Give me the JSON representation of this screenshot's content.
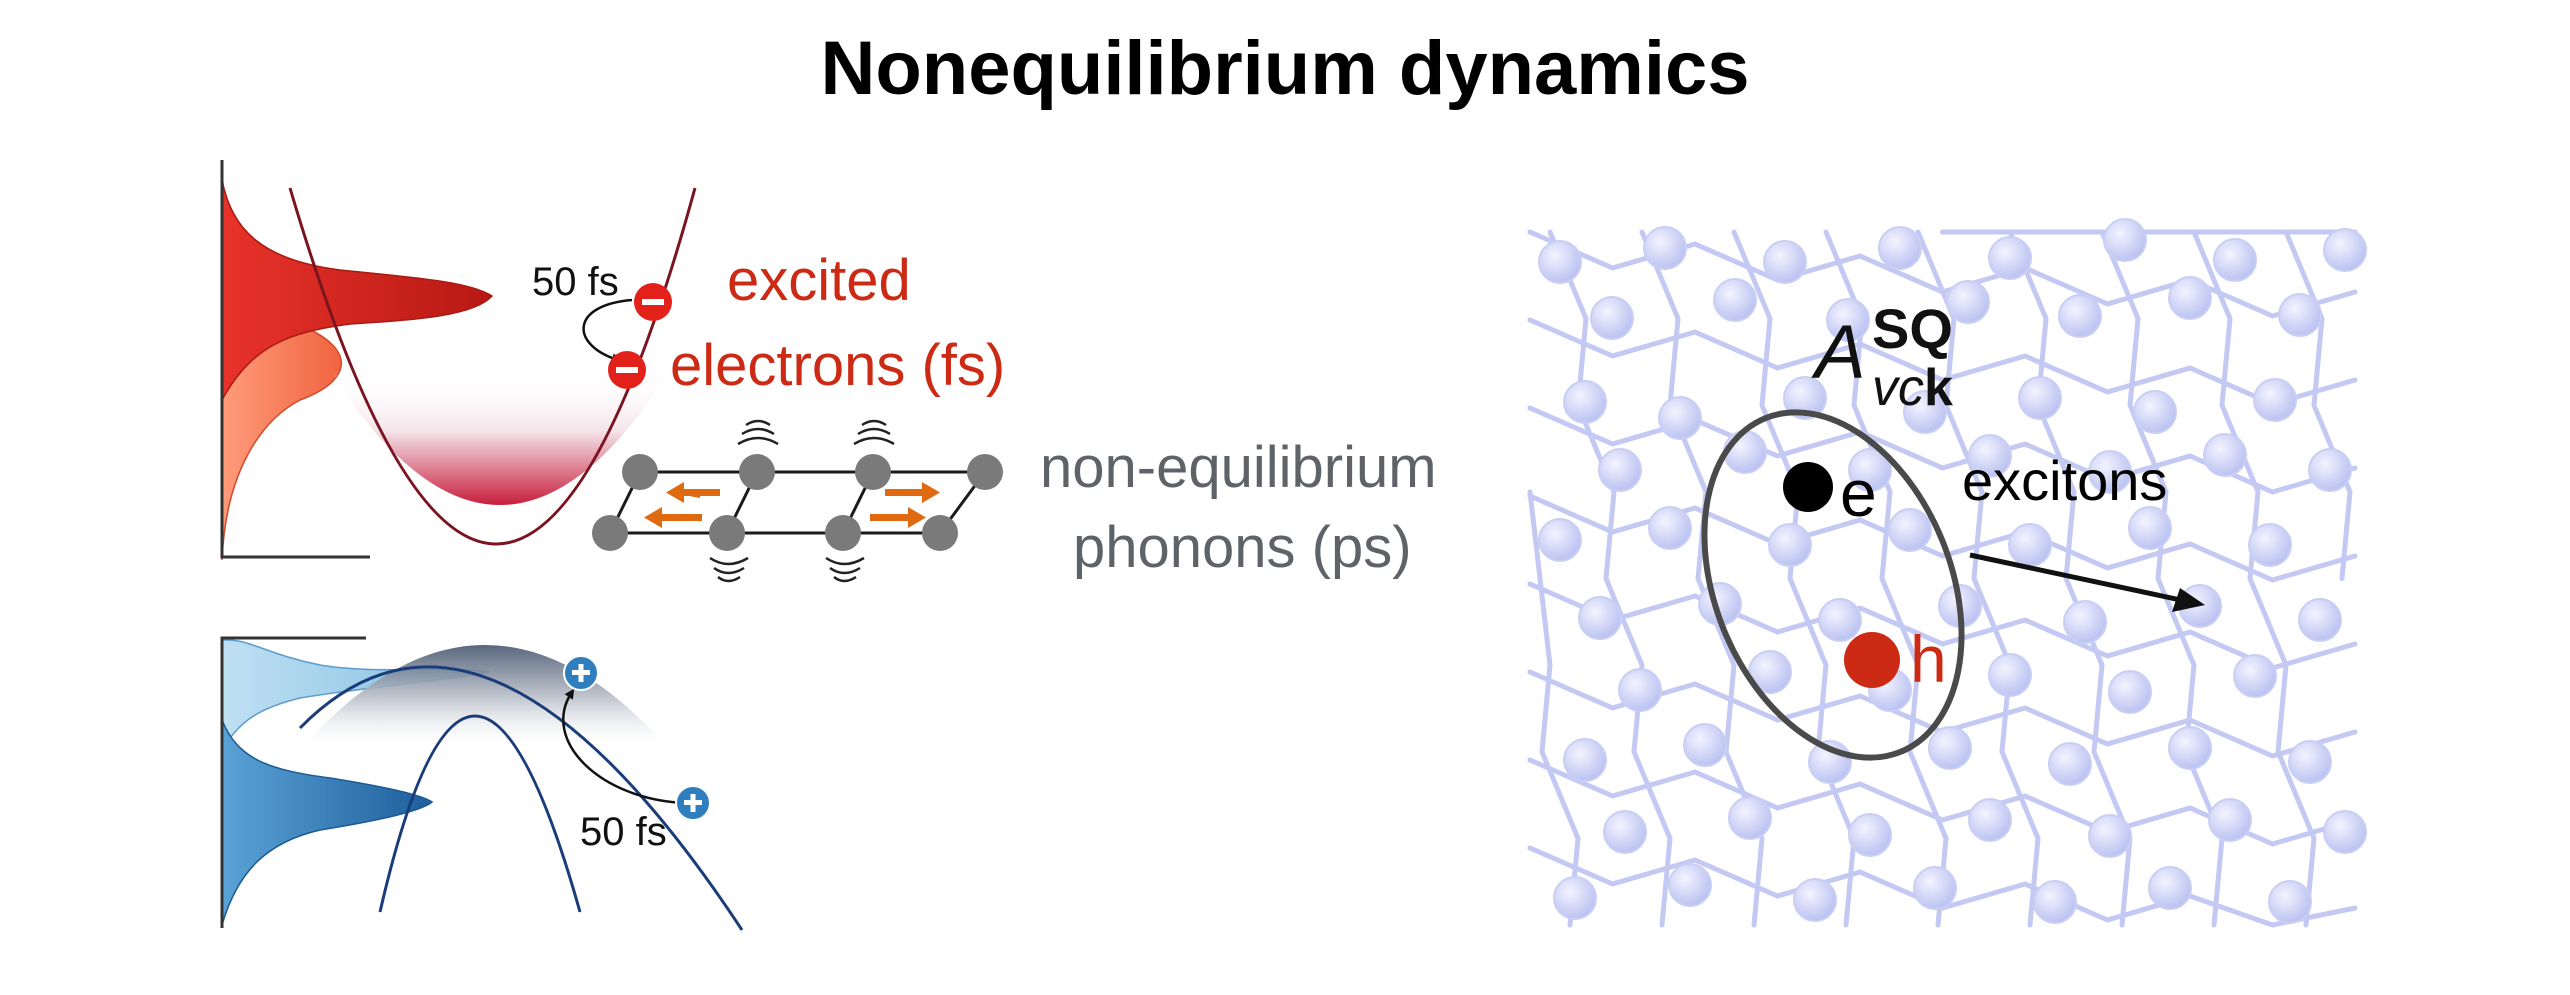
{
  "title": "Nonequilibrium dynamics",
  "labels": {
    "time_electrons": "50 fs",
    "time_holes": "50 fs",
    "excited_line1": "excited",
    "excited_line2": "electrons (fs)",
    "phonons_line1": "non-equilibrium",
    "phonons_line2": "phonons (ps)",
    "amp_A": "A",
    "amp_sup": "SQ",
    "amp_sub_vc": "vc",
    "amp_sub_k": "k",
    "electron_label": "e",
    "hole_label": "h",
    "excitons": "excitons"
  },
  "colors": {
    "electron_red": "#cc2a14",
    "phonon_gray": "#5f6368",
    "hole_blue": "#2f7fbf",
    "lattice_blue": "#c3c9f2",
    "orange_arrow": "#e06a10"
  },
  "icons": {
    "electron": "minus-circle-icon",
    "hole": "plus-circle-icon"
  }
}
